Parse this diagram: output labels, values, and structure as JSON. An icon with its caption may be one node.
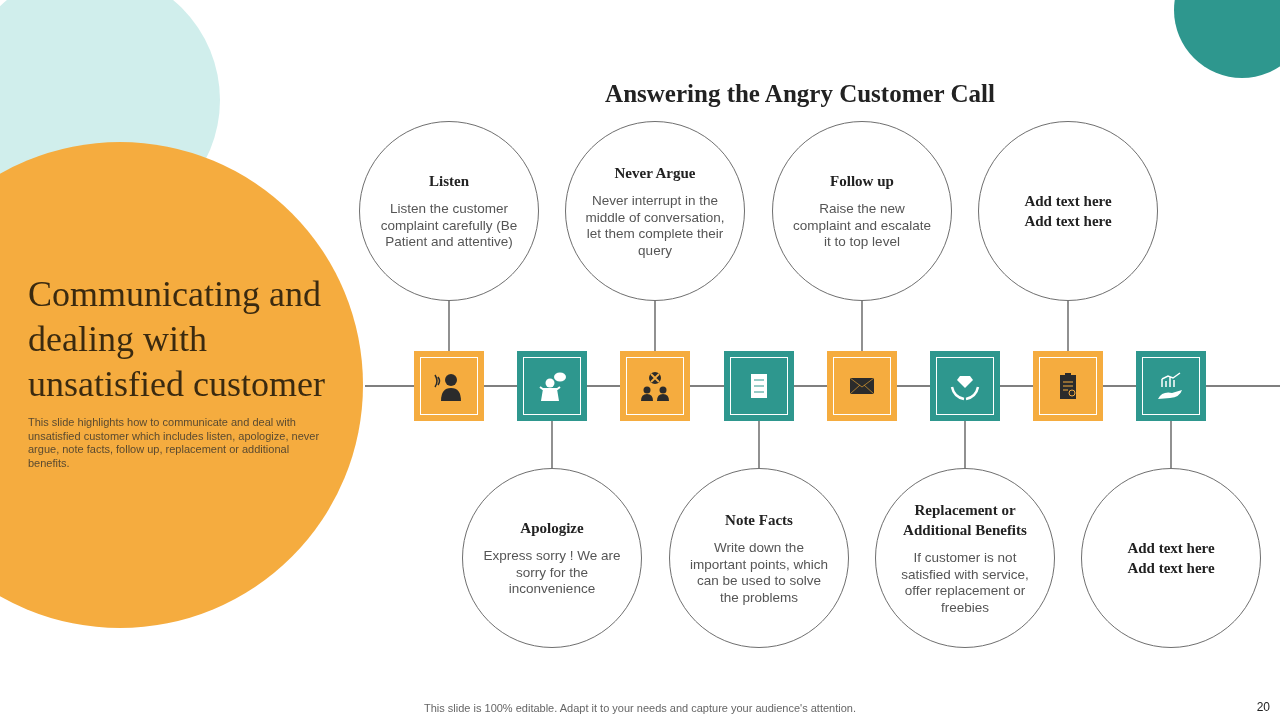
{
  "diagram": {
    "title": "Answering the Angry Customer Call",
    "nodes": [
      {
        "text": [
          "Listen",
          "Listen the customer complaint carefully (Be Patient and attentive)"
        ]
      },
      {
        "text": [
          "Never Argue",
          "Never interrupt in the middle of conversation, let them complete their query"
        ]
      },
      {
        "text": [
          "Follow up",
          "Raise the new complaint and escalate it to top level"
        ]
      },
      {
        "text": [
          "Add text here Add text here"
        ]
      },
      {
        "text": [],
        "shape": "box"
      },
      {
        "text": [],
        "shape": "box"
      },
      {
        "text": [],
        "shape": "box"
      },
      {
        "text": [],
        "shape": "box"
      },
      {
        "text": [],
        "shape": "box"
      },
      {
        "text": [],
        "shape": "box"
      },
      {
        "text": [],
        "shape": "box"
      },
      {
        "text": [],
        "shape": "box"
      },
      {
        "text": [
          "Apologize",
          "Express sorry ! We are sorry for the inconvenience"
        ]
      },
      {
        "text": [
          "Note Facts",
          "Write down the important points, which can be used to solve the problems"
        ]
      },
      {
        "text": [
          "Replacement or Additional Benefits",
          "If customer is not satisfied with service, offer replacement or freebies"
        ]
      },
      {
        "text": [
          "Add text here Add text here"
        ]
      }
    ],
    "edges": [
      {
        "from": 0,
        "to": 4,
        "arrow": "none"
      },
      {
        "from": 1,
        "to": 6,
        "arrow": "none"
      },
      {
        "from": 2,
        "to": 8,
        "arrow": "none"
      },
      {
        "from": 3,
        "to": 10,
        "arrow": "none"
      },
      {
        "from": 5,
        "to": 12,
        "arrow": "none"
      },
      {
        "from": 7,
        "to": 13,
        "arrow": "none"
      },
      {
        "from": 9,
        "to": 14,
        "arrow": "none"
      },
      {
        "from": 11,
        "to": 15,
        "arrow": "none"
      },
      {
        "from": null,
        "to": 4,
        "arrow": "none"
      },
      {
        "from": 4,
        "to": 5,
        "arrow": "none"
      },
      {
        "from": 5,
        "to": 6,
        "arrow": "none"
      },
      {
        "from": 6,
        "to": 7,
        "arrow": "none"
      },
      {
        "from": 7,
        "to": 8,
        "arrow": "none"
      },
      {
        "from": 8,
        "to": 9,
        "arrow": "none"
      },
      {
        "from": 9,
        "to": 10,
        "arrow": "none"
      },
      {
        "from": 10,
        "to": 11,
        "arrow": "none"
      },
      {
        "from": 11,
        "to": null,
        "arrow": "none"
      }
    ],
    "labels": [
      "Communicating and dealing with unsatisfied customer",
      "This slide highlights how to communicate and deal with unsatisfied customer which includes listen, apologize, never argue, note facts, follow up, replacement or additional benefits.",
      "This slide is 100% editable. Adapt it to your needs and capture your audience's attention.",
      "20"
    ]
  }
}
